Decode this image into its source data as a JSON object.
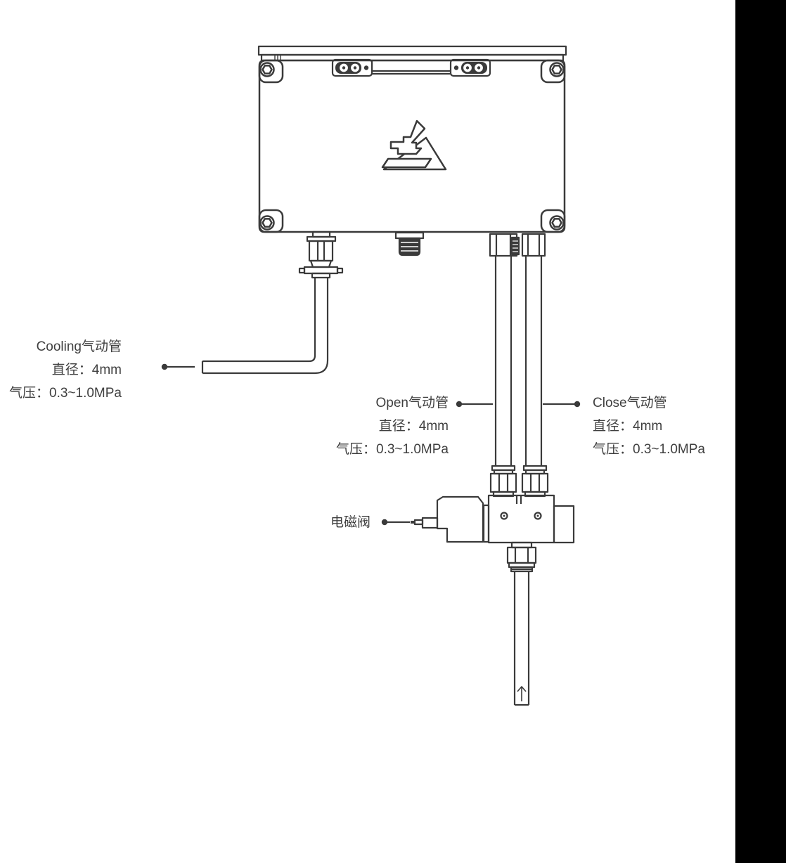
{
  "page": {
    "background": "#ffffff",
    "line_color": "#3a3a3a",
    "text_color": "#3f3f3f",
    "right_letterbox_color": "#000000"
  },
  "labels": {
    "cooling": {
      "title": "Cooling气动管",
      "diameter": "直径：4mm",
      "pressure": "气压：0.3~1.0MPa"
    },
    "open": {
      "title": "Open气动管",
      "diameter": "直径：4mm",
      "pressure": "气压：0.3~1.0MPa"
    },
    "close": {
      "title": "Close气动管",
      "diameter": "直径：4mm",
      "pressure": "气压：0.3~1.0MPa"
    },
    "solenoid": {
      "title": "电磁阀"
    }
  },
  "icons": {
    "flow_arrow": "↑"
  }
}
